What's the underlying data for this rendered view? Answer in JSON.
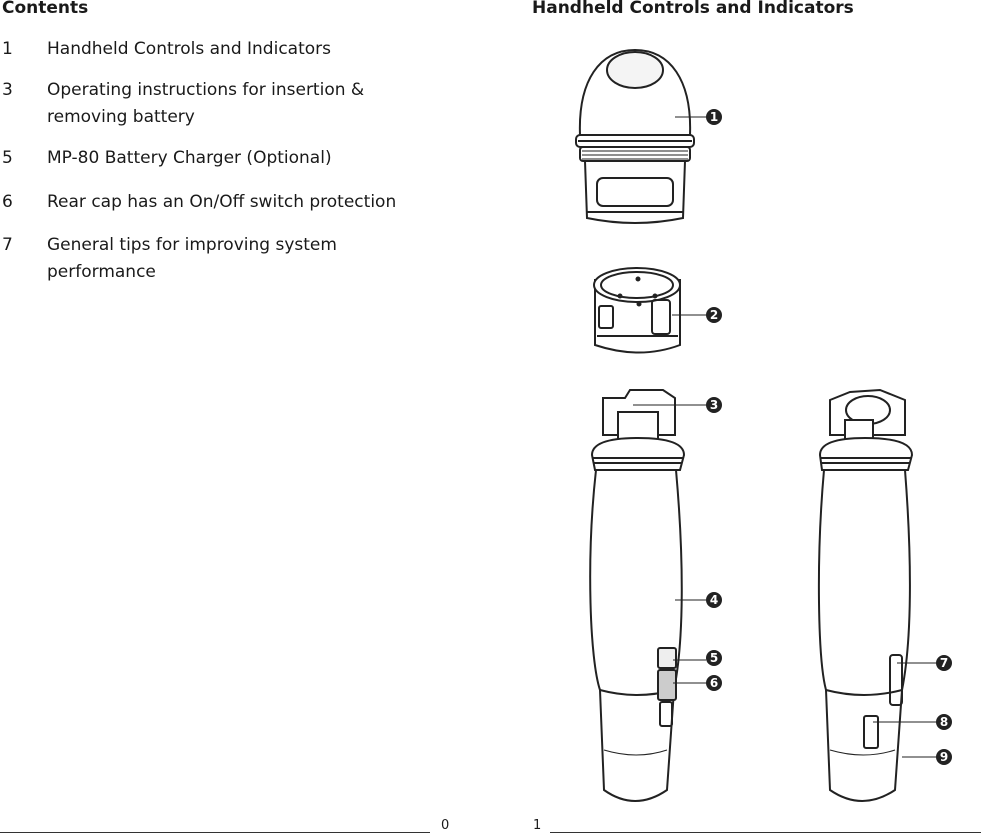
{
  "left_page": {
    "heading": "Contents",
    "entries": [
      {
        "number": "1",
        "text": "Handheld Controls and Indicators"
      },
      {
        "number": "3",
        "text": "Operating instructions for insertion & removing battery"
      },
      {
        "number": "5",
        "text": "MP-80 Battery Charger (Optional)"
      },
      {
        "number": "6",
        "text": "Rear cap has an On/Off switch protection"
      },
      {
        "number": "7",
        "text": "General tips for improving system performance"
      }
    ],
    "page_number": "0"
  },
  "right_page": {
    "heading": "Handheld Controls and Indicators",
    "callouts": [
      "1",
      "2",
      "3",
      "4",
      "5",
      "6",
      "7",
      "8",
      "9"
    ],
    "page_number": "1"
  }
}
